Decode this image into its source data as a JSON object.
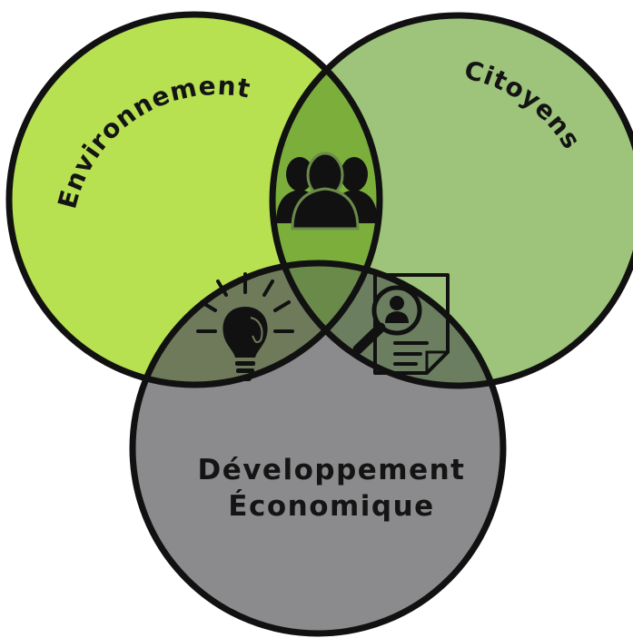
{
  "diagram": {
    "circles": [
      {
        "id": "environnement",
        "label": "Environnement",
        "fill": "#b7e151"
      },
      {
        "id": "citoyens",
        "label": "Citoyens",
        "fill": "#9dc47a"
      },
      {
        "id": "developpement",
        "label_line1": "Développement",
        "label_line2": "Économique",
        "fill": "#8b8b8d"
      }
    ],
    "outline_color": "#111111",
    "icons": [
      {
        "name": "people-group-icon",
        "region": "environnement-citoyens"
      },
      {
        "name": "lightbulb-idea-icon",
        "region": "environnement-developpement"
      },
      {
        "name": "profile-search-document-icon",
        "region": "citoyens-developpement"
      }
    ]
  }
}
